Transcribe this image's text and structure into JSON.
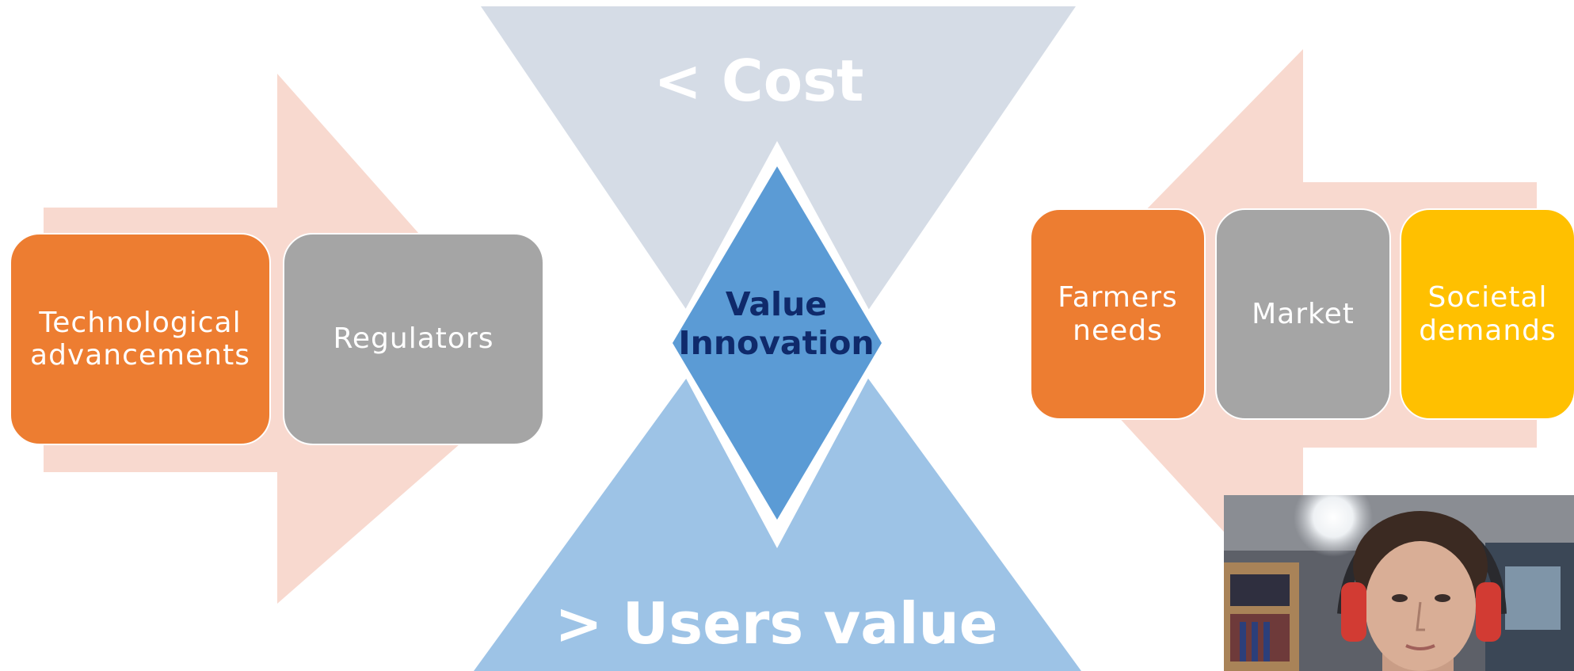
{
  "colors": {
    "arrow_pink": "#F8D9CF",
    "cost_triangle": "#D5DCE6",
    "users_triangle": "#9DC3E6",
    "diamond": "#5B9BD5",
    "diamond_text": "#0F2A6B",
    "orange": "#ED7D31",
    "gray": "#A5A5A5",
    "yellow": "#FFC000"
  },
  "top_triangle_label": "< Cost",
  "bottom_triangle_label": "> Users value",
  "center": {
    "label": "Value\nInnovation"
  },
  "left_drivers": [
    {
      "label": "Technological\nadvancements",
      "color": "orange"
    },
    {
      "label": "Regulators",
      "color": "gray"
    }
  ],
  "right_drivers": [
    {
      "label": "Farmers\nneeds",
      "color": "orange"
    },
    {
      "label": "Market",
      "color": "gray"
    },
    {
      "label": "Societal\ndemands",
      "color": "yellow"
    }
  ],
  "webcam_overlay": {
    "icon": "person-webcam-thumbnail"
  }
}
